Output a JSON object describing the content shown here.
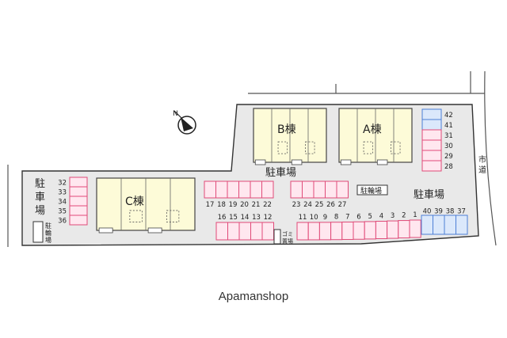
{
  "map": {
    "lot_label": "駐車場",
    "bike_label": "駐輪場",
    "garbage_label": "ゴミ置場",
    "road_label": "市道",
    "buildings": [
      {
        "name": "A棟"
      },
      {
        "name": "B棟"
      },
      {
        "name": "C棟"
      }
    ],
    "parking": {
      "left_column": [
        "32",
        "33",
        "34",
        "35",
        "36"
      ],
      "right_column_blue": [
        "42",
        "41"
      ],
      "right_column_pink": [
        "31",
        "30",
        "29",
        "28"
      ],
      "row_17_22": [
        "17",
        "18",
        "19",
        "20",
        "21",
        "22"
      ],
      "row_23_27": [
        "23",
        "24",
        "25",
        "26",
        "27"
      ],
      "row_16_12": [
        "16",
        "15",
        "14",
        "13",
        "12"
      ],
      "row_11_1": [
        "11",
        "10",
        "9",
        "8",
        "7",
        "6",
        "5",
        "4",
        "3",
        "2",
        "1"
      ],
      "row_40_37_blue": [
        "40",
        "39",
        "38",
        "37"
      ]
    },
    "compass_icon": "north-arrow-icon",
    "colors": {
      "site": "#e9e9e9",
      "building": "#fdfbd8",
      "pink": "#ffe7ef",
      "pink_stroke": "#e04a78",
      "blue": "#dbe8fb",
      "blue_stroke": "#4d7fd6",
      "outline": "#333333"
    }
  },
  "credit": "Apamanshop"
}
